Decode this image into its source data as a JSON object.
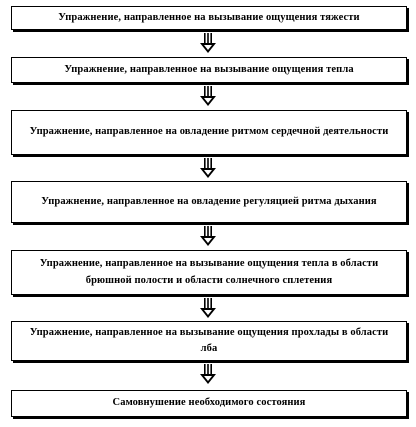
{
  "diagram": {
    "steps": [
      "Упражнение, направленное на вызывание ощущения тяжести",
      "Упражнение, направленное на вызывание ощущения тепла",
      "Упражнение, направленное на овладение ритмом сердечной деятельности",
      "Упражнение, направленное на овладение регуляцией ритма дыхания",
      "Упражнение, направленное на вызывание ощущения тепла в области брюшной полости и области солнечного сплетения",
      "Упражнение, направленное на вызывание ощущения прохлады в области лба",
      "Самовнушение необходимого состояния"
    ]
  },
  "colors": {
    "border": "#000000",
    "background": "#ffffff",
    "text": "#000000"
  }
}
